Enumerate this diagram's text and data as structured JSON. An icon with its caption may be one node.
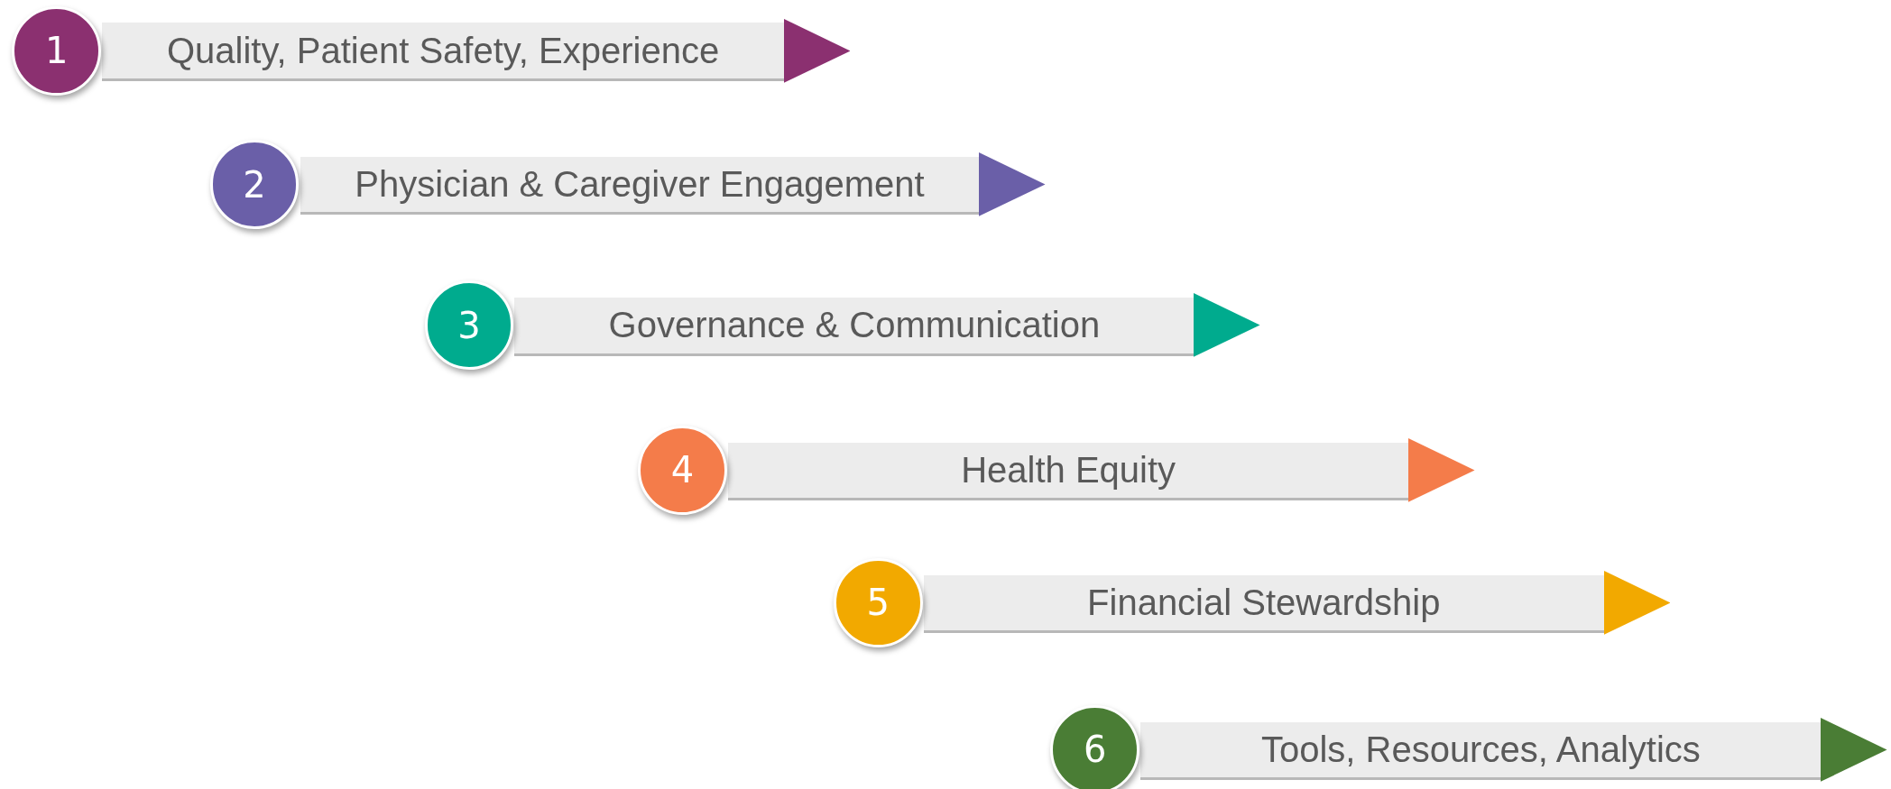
{
  "diagram": {
    "nodes": [
      {
        "text": [
          "1"
        ]
      },
      {
        "text": [
          "Quality, Patient Safety, Experience"
        ]
      },
      {
        "text": [
          "2"
        ]
      },
      {
        "text": [
          "Physician & Caregiver Engagement"
        ]
      },
      {
        "text": [
          "3"
        ]
      },
      {
        "text": [
          "Governance & Communication"
        ]
      },
      {
        "text": [
          "4"
        ]
      },
      {
        "text": [
          "Health Equity"
        ]
      },
      {
        "text": [
          "5"
        ]
      },
      {
        "text": [
          "Financial Stewardship"
        ]
      },
      {
        "text": [
          "6"
        ]
      },
      {
        "text": [
          "Tools, Resources, Analytics"
        ]
      }
    ]
  }
}
